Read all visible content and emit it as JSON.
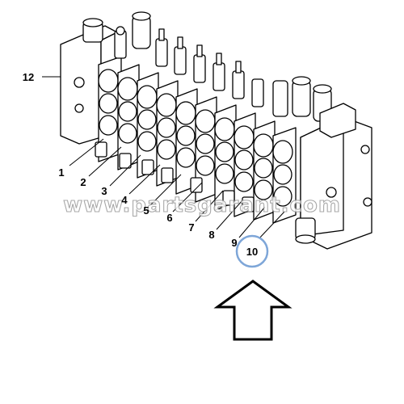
{
  "diagram": {
    "callouts": [
      "1",
      "2",
      "3",
      "4",
      "5",
      "6",
      "7",
      "8",
      "9",
      "10",
      "12"
    ],
    "highlighted": "10",
    "highlight_color": "#7ea6d8",
    "watermark": "www.partsgarant.com"
  }
}
